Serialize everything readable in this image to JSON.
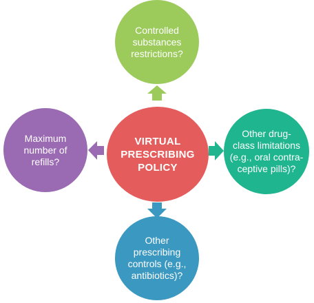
{
  "center": {
    "label": "VIRTUAL\nPRESCRIBING\nPOLICY",
    "color": "#e45d5c"
  },
  "nodes": {
    "top": {
      "label": "Controlled\nsubstances\nrestrictions?",
      "color": "#9ccb5c"
    },
    "left": {
      "label": "Maximum\nnumber of\nrefills?",
      "color": "#9a6ab2"
    },
    "right": {
      "label": "Other drug-\nclass limitations\n(e.g., oral contra-\nceptive pills)?",
      "color": "#1fb58e"
    },
    "bottom": {
      "label": "Other\nprescribing\ncontrols (e.g.,\nantibiotics)?",
      "color": "#3a98c1"
    }
  },
  "arrows": {
    "up": {
      "color": "#9ccb5c",
      "icon": "arrow-up-icon"
    },
    "left": {
      "color": "#9a6ab2",
      "icon": "arrow-left-icon"
    },
    "right": {
      "color": "#1fb58e",
      "icon": "arrow-right-icon"
    },
    "down": {
      "color": "#3a98c1",
      "icon": "arrow-down-icon"
    }
  }
}
